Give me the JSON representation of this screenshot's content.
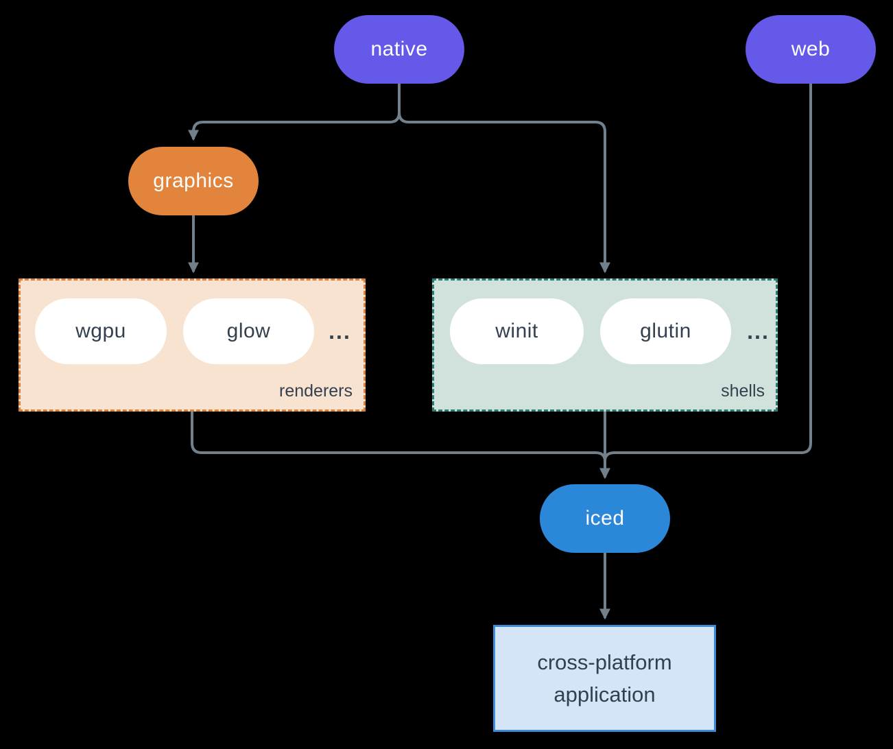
{
  "diagram": {
    "background_color": "#000000",
    "connector_color": "#72808C",
    "nodes": {
      "native": {
        "label": "native",
        "color": "#6459E8",
        "text_color": "#FFFFFF"
      },
      "web": {
        "label": "web",
        "color": "#6459E8",
        "text_color": "#FFFFFF"
      },
      "graphics": {
        "label": "graphics",
        "color": "#E2843C",
        "text_color": "#FFFFFF"
      },
      "iced": {
        "label": "iced",
        "color": "#2B87D8",
        "text_color": "#FFFFFF"
      },
      "application": {
        "label_line1": "cross-platform",
        "label_line2": "application",
        "bg_color": "#D4E5F7",
        "border_color": "#3D8BD8",
        "text_color": "#33404F"
      }
    },
    "groups": {
      "renderers": {
        "label": "renderers",
        "bg_color": "#F8E3D1",
        "border_color": "#DF7F38",
        "items": [
          "wgpu",
          "glow"
        ],
        "ellipsis": "...",
        "item_bg": "#FFFFFF",
        "item_text_color": "#33404F"
      },
      "shells": {
        "label": "shells",
        "bg_color": "#D1E2DC",
        "border_color": "#2A7E71",
        "items": [
          "winit",
          "glutin"
        ],
        "ellipsis": "...",
        "item_bg": "#FFFFFF",
        "item_text_color": "#33404F"
      }
    },
    "edges": [
      "native -> graphics",
      "native -> shells",
      "graphics -> renderers",
      "renderers -> iced",
      "shells -> iced",
      "web -> iced",
      "iced -> application"
    ]
  }
}
